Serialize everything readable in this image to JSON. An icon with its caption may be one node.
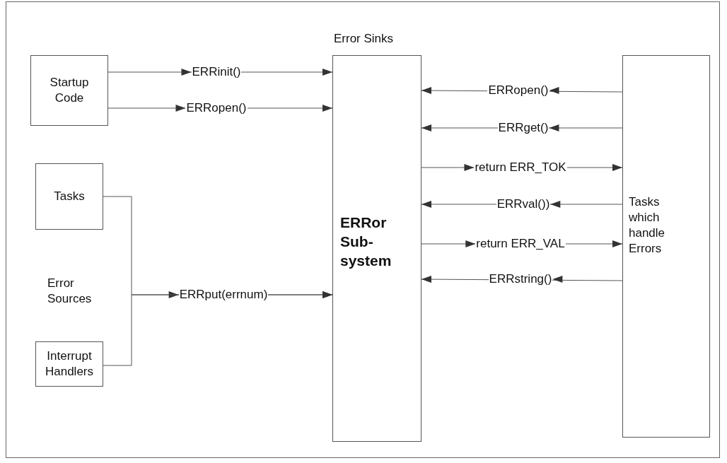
{
  "diagram": {
    "nodes": [
      {
        "text": [
          "Startup Code"
        ]
      },
      {
        "text": [
          "Tasks"
        ]
      },
      {
        "text": [
          "Interrupt Handlers"
        ]
      },
      {
        "text": [
          "ERRor Sub- system"
        ]
      },
      {
        "text": [
          "Tasks which handle Errors"
        ]
      }
    ],
    "edges": [
      {
        "from": 0,
        "to": 3,
        "arrow": "to",
        "label": "ERRinit()"
      },
      {
        "from": 0,
        "to": 3,
        "arrow": "to",
        "label": "ERRopen()"
      },
      {
        "from": 1,
        "to": 3,
        "arrow": "to",
        "label": "ERRput(errnum)"
      },
      {
        "from": 2,
        "to": 3,
        "arrow": "to"
      },
      {
        "from": 4,
        "to": 3,
        "arrow": "to",
        "label": "ERRopen()"
      },
      {
        "from": 4,
        "to": 3,
        "arrow": "to",
        "label": "ERRget()"
      },
      {
        "from": 3,
        "to": 4,
        "arrow": "to",
        "label": "return ERR_TOK"
      },
      {
        "from": 4,
        "to": 3,
        "arrow": "to",
        "label": "ERRval())"
      },
      {
        "from": 3,
        "to": 4,
        "arrow": "to",
        "label": "return ERR_VAL"
      },
      {
        "from": 4,
        "to": 3,
        "arrow": "to",
        "label": "ERRstring()"
      }
    ],
    "labels": [
      "Error Sinks",
      "Error Sources"
    ]
  }
}
